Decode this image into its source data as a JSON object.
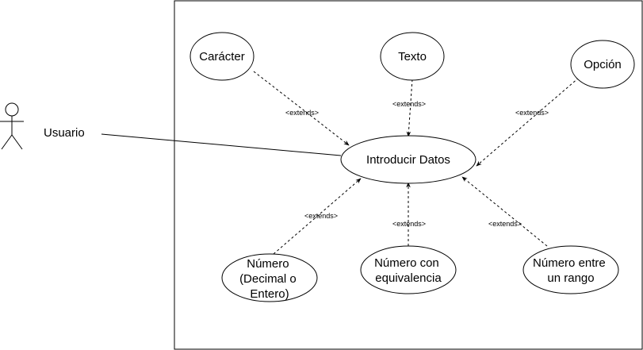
{
  "actor": {
    "label": "Usuario"
  },
  "use_cases": {
    "central": {
      "label": "Introducir Datos"
    },
    "caracter": {
      "label": "Carácter"
    },
    "texto": {
      "label": "Texto"
    },
    "opcion": {
      "label": "Opción"
    },
    "numero": {
      "lines": [
        "Número",
        "(Decimal o",
        "Entero)"
      ]
    },
    "numero_equivalencia": {
      "lines": [
        "Número con",
        "equivalencia"
      ]
    },
    "numero_rango": {
      "lines": [
        "Número entre",
        "un rango"
      ]
    }
  },
  "relations": {
    "extends_label": "<extends>"
  },
  "colors": {
    "stroke": "#000000",
    "background": "#ffffff"
  }
}
